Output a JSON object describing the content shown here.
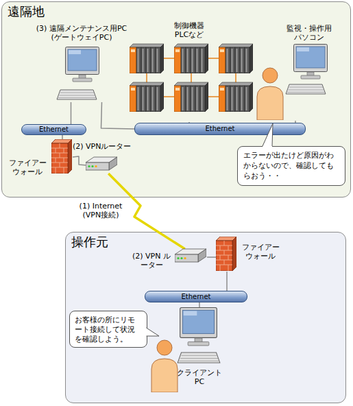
{
  "diagram": {
    "nodes": [
      {
        "text": [
          "遠隔地"
        ]
      },
      {
        "text": [
          "(3) 遠隔メンテナンス用PC (ゲートウェイPC)"
        ],
        "in": 0
      },
      {
        "text": [
          "制御機器 PLCなど"
        ],
        "in": 0
      },
      {
        "text": [
          "監視・操作用 パソコン"
        ],
        "in": 0
      },
      {
        "text": [
          "Ethernet"
        ],
        "in": 0
      },
      {
        "text": [
          "Ethernet"
        ],
        "in": 0
      },
      {
        "text": [
          "ファイアー ウォール"
        ],
        "in": 0
      },
      {
        "text": [
          "(2) VPNルーター"
        ],
        "in": 0
      },
      {
        "text": [
          "エラーが出たけど原因がわからないので、確認してもらおう・・"
        ],
        "in": 0
      },
      {
        "text": [
          "操作元"
        ]
      },
      {
        "text": [
          "(2) VPN ルーター"
        ],
        "in": 9
      },
      {
        "text": [
          "ファイアー ウォール"
        ],
        "in": 9
      },
      {
        "text": [
          "Ethernet"
        ],
        "in": 9
      },
      {
        "text": [
          "クライアント PC"
        ],
        "in": 9
      },
      {
        "text": [
          "お客様の所にリモート接続して状況を確認しよう。"
        ],
        "in": 9
      }
    ],
    "edges": [
      {
        "from": 1,
        "to": 4,
        "arrow": "none"
      },
      {
        "from": 4,
        "to": 6,
        "arrow": "none"
      },
      {
        "from": 6,
        "to": 7,
        "arrow": "none"
      },
      {
        "from": 1,
        "to": 5,
        "arrow": "none"
      },
      {
        "from": 2,
        "to": 5,
        "arrow": "none"
      },
      {
        "from": 3,
        "to": 5,
        "arrow": "none"
      },
      {
        "from": 7,
        "to": 10,
        "label": "(1) Internet (VPN接続)",
        "arrow": "none"
      },
      {
        "from": 10,
        "to": 11,
        "arrow": "none"
      },
      {
        "from": 11,
        "to": 12,
        "arrow": "none"
      },
      {
        "from": 12,
        "to": 13,
        "arrow": "none"
      }
    ]
  }
}
